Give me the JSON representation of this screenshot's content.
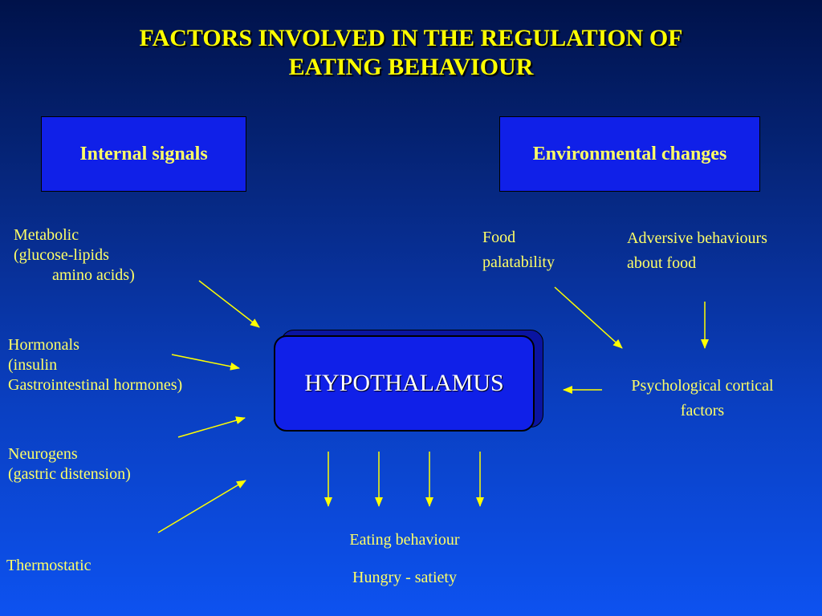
{
  "title": {
    "line1": "FACTORS INVOLVED IN THE REGULATION OF",
    "line2": "EATING BEHAVIOUR"
  },
  "boxes": {
    "internal": "Internal signals",
    "environmental": "Environmental changes",
    "center": "HYPOTHALAMUS"
  },
  "internal_factors": {
    "metabolic": [
      "Metabolic",
      "(glucose-lipids",
      "amino acids)"
    ],
    "hormonal": [
      "Hormonals",
      "(insulin",
      "Gastrointestinal hormones)"
    ],
    "neurogens": [
      "Neurogens",
      "(gastric distension)"
    ],
    "thermostatic": "Thermostatic"
  },
  "environmental_factors": {
    "food": [
      "Food",
      "palatability"
    ],
    "adversive": [
      "Adversive behaviours",
      "about food"
    ],
    "psychological": [
      "Psychological cortical",
      "factors"
    ]
  },
  "outputs": {
    "eating": "Eating behaviour",
    "hunger": "Hungry - satiety"
  },
  "colors": {
    "text": "#ffff66",
    "title": "#ffff00",
    "box": "#1020e8",
    "arrow": "#ffff00"
  }
}
